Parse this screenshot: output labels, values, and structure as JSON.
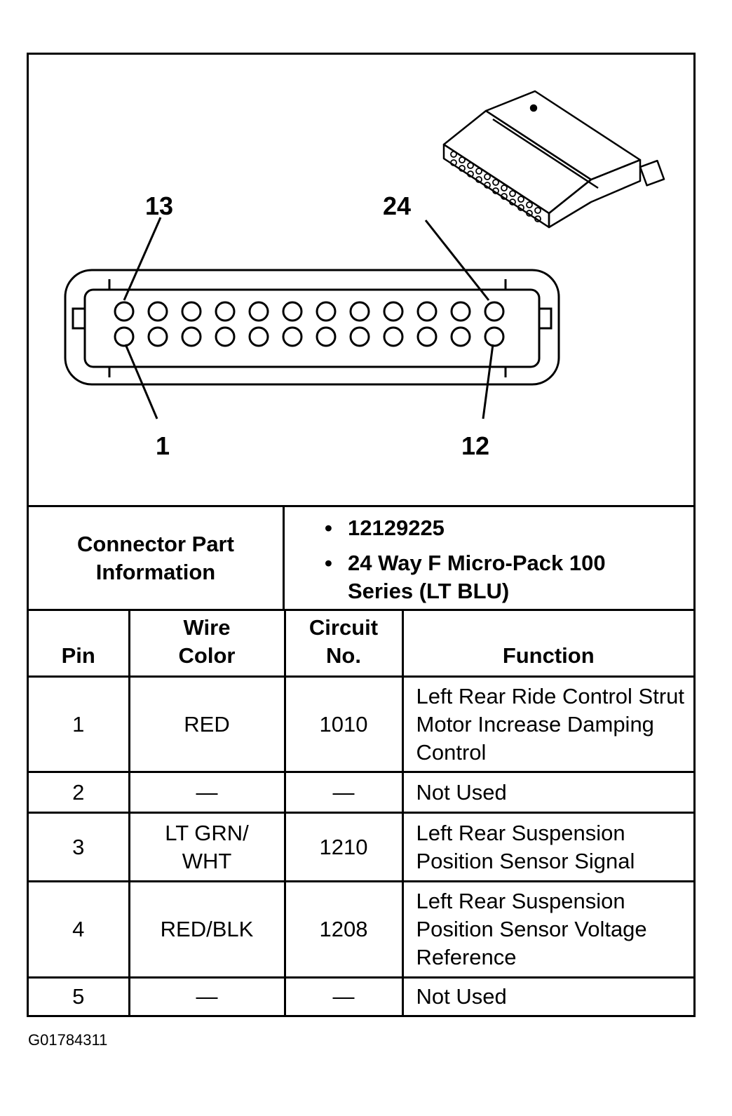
{
  "figure_id": "G01784311",
  "diagram": {
    "pin_labels": {
      "top_left": "13",
      "top_right": "24",
      "bottom_left": "1",
      "bottom_right": "12"
    },
    "rows": 2,
    "pins_per_row": 12
  },
  "connector_info": {
    "label": "Connector Part Information",
    "items": [
      "12129225",
      "24 Way F Micro-Pack 100 Series (LT BLU)"
    ]
  },
  "pin_table": {
    "headers": {
      "pin": "Pin",
      "wire_color": "Wire Color",
      "circuit_no": "Circuit No.",
      "function": "Function"
    },
    "rows": [
      {
        "pin": "1",
        "wire_color": "RED",
        "circuit": "1010",
        "function": "Left Rear Ride Control Strut Motor Increase Damping Control"
      },
      {
        "pin": "2",
        "wire_color": "—",
        "circuit": "—",
        "function": "Not Used"
      },
      {
        "pin": "3",
        "wire_color": "LT GRN/ WHT",
        "circuit": "1210",
        "function": "Left Rear Suspension Position Sensor Signal"
      },
      {
        "pin": "4",
        "wire_color": "RED/BLK",
        "circuit": "1208",
        "function": "Left Rear Suspension Position Sensor Voltage Reference"
      },
      {
        "pin": "5",
        "wire_color": "—",
        "circuit": "—",
        "function": "Not Used"
      }
    ]
  }
}
